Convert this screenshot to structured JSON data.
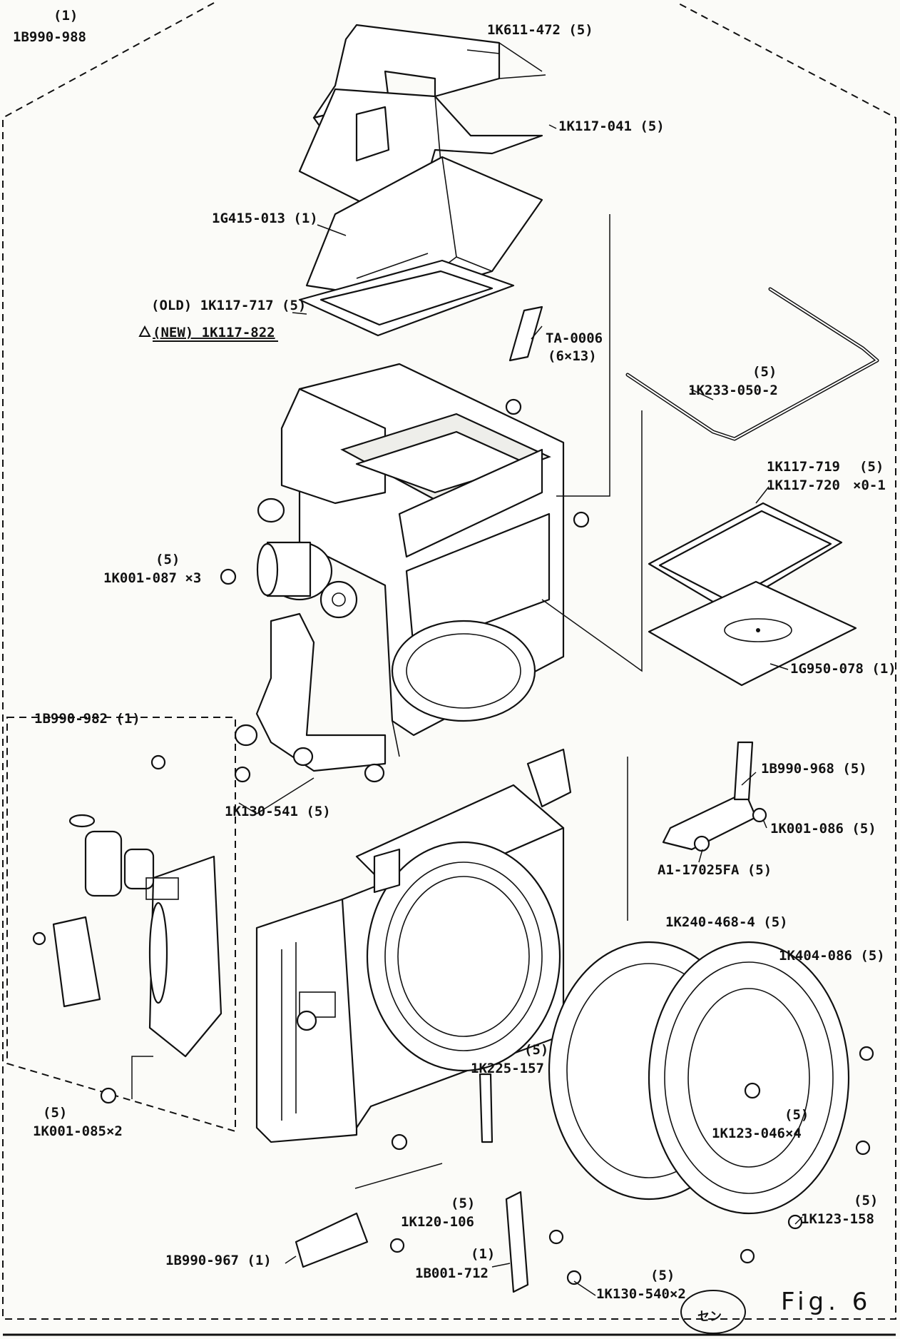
{
  "figure_label": "Fig. 6",
  "stamp_text": "セン",
  "labels": {
    "assy_main_qty": "(1)",
    "assy_main": "1B990-988",
    "finder_cover": "1K611-472 (5)",
    "finder_plate": "1K117-041 (5)",
    "prism": "1G415-013 (1)",
    "gasket_old": "(OLD) 1K117-717 (5)",
    "gasket_new": "(NEW) 1K117-822",
    "tape": "TA-0006",
    "tape_size": "(6×13)",
    "spring_wire_qty": "(5)",
    "spring_wire": "1K233-050-2",
    "screen_frame_a": "1K117-719",
    "screen_frame_b": "1K117-720",
    "screen_frame_qty": "(5)",
    "screen_frame_mult": "×0-1",
    "screw_left_qty": "(5)",
    "screw_left": "1K001-087 ×3",
    "focus_screen": "1G950-078 (1)",
    "sub_assy": "1B990-982 (1)",
    "screw_bottom_left": "1K130-541 (5)",
    "lever_assy": "1B990-968 (5)",
    "screw_lever": "1K001-086 (5)",
    "washer": "A1-17025FA (5)",
    "plate_ring": "1K240-468-4 (5)",
    "bayonet": "1K404-086 (5)",
    "screw_sub_qty": "(5)",
    "screw_sub": "1K001-085×2",
    "spring_qty": "(5)",
    "spring": "1K225-157",
    "screw_bayonet_qty": "(5)",
    "screw_bayonet": "1K123-046×4",
    "screw_158_qty": "(5)",
    "screw_158": "1K123-158",
    "spring_small_qty": "(5)",
    "spring_small": "1K120-106",
    "lock_assy": "1B990-967 (1)",
    "lever_712_qty": "(1)",
    "lever_712": "1B001-712",
    "screw_540_qty": "(5)",
    "screw_540": "1K130-540×2"
  }
}
